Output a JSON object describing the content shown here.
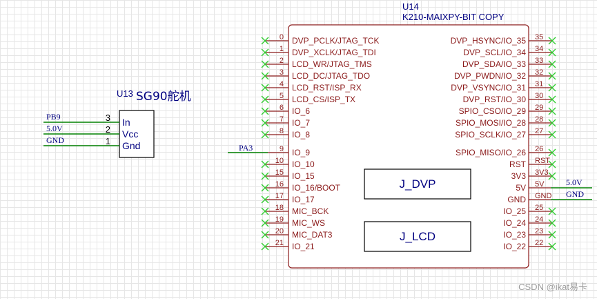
{
  "colors": {
    "body": "#8b1a1a",
    "pin": "#8b1a1a",
    "pin_label": "#8b1a1a",
    "pin_num": "#8b1a1a",
    "designator": "#000080",
    "name": "#000080",
    "net": "#008000",
    "net_label": "#000080",
    "no_connect": "#33cc33",
    "box": "#000000"
  },
  "u13": {
    "designator": "U13",
    "name": "SG90舵机",
    "pins": [
      {
        "num": "3",
        "label": "In",
        "net": "PB9"
      },
      {
        "num": "2",
        "label": "Vcc",
        "net": "5.0V"
      },
      {
        "num": "1",
        "label": "Gnd",
        "net": "GND"
      }
    ]
  },
  "u14": {
    "designator": "U14",
    "name": "K210-MAIXPY-BIT COPY",
    "left_pins": [
      {
        "num": "0",
        "label": "DVP_PCLK/JTAG_TCK"
      },
      {
        "num": "1",
        "label": "DVP_XCLK/JTAG_TDI"
      },
      {
        "num": "2",
        "label": "LCD_WR/JTAG_TMS"
      },
      {
        "num": "3",
        "label": "LCD_DC/JTAG_TDO"
      },
      {
        "num": "4",
        "label": "LCD_RST/ISP_RX"
      },
      {
        "num": "5",
        "label": "LCD_CS/ISP_TX"
      },
      {
        "num": "6",
        "label": "IO_6"
      },
      {
        "num": "7",
        "label": "IO_7"
      },
      {
        "num": "8",
        "label": "IO_8"
      },
      {
        "num": "9",
        "label": "IO_9",
        "net": "PA3"
      },
      {
        "num": "10",
        "label": "IO_10"
      },
      {
        "num": "15",
        "label": "IO_15"
      },
      {
        "num": "16",
        "label": "IO_16/BOOT"
      },
      {
        "num": "17",
        "label": "IO_17"
      },
      {
        "num": "18",
        "label": "MIC_BCK"
      },
      {
        "num": "19",
        "label": "MIC_WS"
      },
      {
        "num": "20",
        "label": "MIC_DAT3"
      },
      {
        "num": "21",
        "label": "IO_21"
      }
    ],
    "right_pins": [
      {
        "num": "35",
        "label": "DVP_HSYNC/IO_35"
      },
      {
        "num": "34",
        "label": "DVP_SCL/IO_34"
      },
      {
        "num": "33",
        "label": "DVP_SDA/IO_33"
      },
      {
        "num": "32",
        "label": "DVP_PWDN/IO_32"
      },
      {
        "num": "31",
        "label": "DVP_VSYNC/IO_31"
      },
      {
        "num": "30",
        "label": "DVP_RST/IO_30"
      },
      {
        "num": "29",
        "label": "SPIO_CSO/IO_29"
      },
      {
        "num": "28",
        "label": "SPIO_MOSI/IO_28"
      },
      {
        "num": "27",
        "label": "SPIO_SCLK/IO_27"
      },
      {
        "num": "26",
        "label": "SPIO_MISO/IO_26"
      },
      {
        "num": "RST",
        "label": "RST"
      },
      {
        "num": "3V3",
        "label": "3V3"
      },
      {
        "num": "5V",
        "label": "5V",
        "net": "5.0V"
      },
      {
        "num": "GND",
        "label": "GND",
        "net": "GND"
      },
      {
        "num": "25",
        "label": "IO_25"
      },
      {
        "num": "24",
        "label": "IO_24"
      },
      {
        "num": "23",
        "label": "IO_23"
      },
      {
        "num": "22",
        "label": "IO_22"
      }
    ],
    "boxes": [
      "J_DVP",
      "J_LCD"
    ]
  },
  "watermark": "CSDN @ikat易卡"
}
